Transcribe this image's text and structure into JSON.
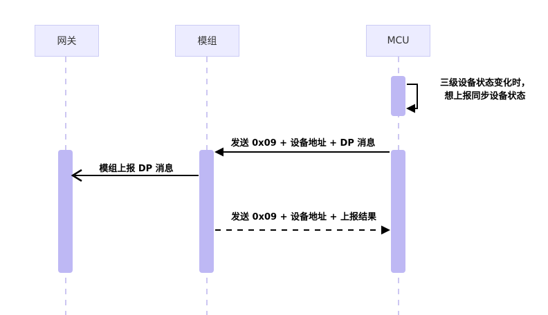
{
  "diagram": {
    "type": "sequence",
    "actors": [
      {
        "id": "gateway",
        "label": "网关"
      },
      {
        "id": "module",
        "label": "模组"
      },
      {
        "id": "mcu",
        "label": "MCU"
      }
    ],
    "messages": [
      {
        "from": "mcu",
        "to": "mcu",
        "kind": "self-loop",
        "line": "solid",
        "head": "filled",
        "label_line1": "三级设备状态变化时，",
        "label_line2": "想上报同步设备状态"
      },
      {
        "from": "mcu",
        "to": "module",
        "kind": "message",
        "line": "solid",
        "head": "filled",
        "label": "发送 0x09 + 设备地址 + DP 消息"
      },
      {
        "from": "module",
        "to": "gateway",
        "kind": "message",
        "line": "solid",
        "head": "open",
        "label": "模组上报 DP 消息"
      },
      {
        "from": "module",
        "to": "mcu",
        "kind": "message",
        "line": "dashed",
        "head": "filled",
        "label": "发送 0x09 + 设备地址 + 上报结果"
      }
    ],
    "colors": {
      "background": "#ffffff",
      "actor_fill": "#ececff",
      "actor_border": "#ccccf5",
      "activation_fill": "#beb8f4",
      "lifeline": "#ccc6f2",
      "arrow": "#000000",
      "actor_text": "#333333",
      "message_text": "#000000"
    }
  }
}
